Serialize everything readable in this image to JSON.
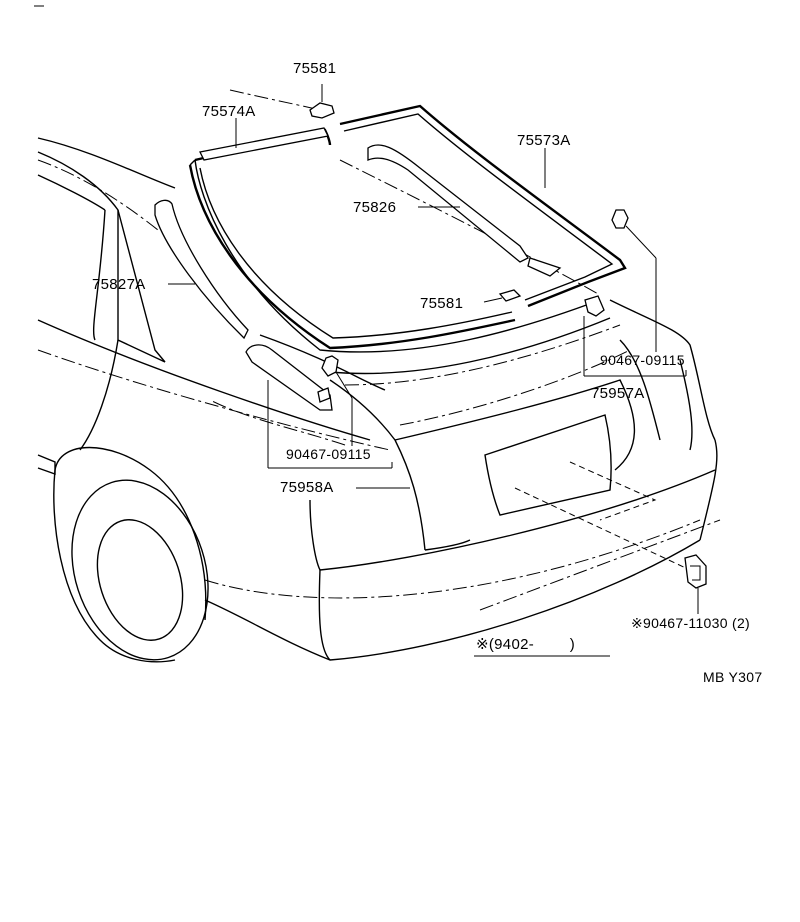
{
  "labels": {
    "p75581_top": "75581",
    "p75574A": "75574A",
    "p75573A": "75573A",
    "p75826": "75826",
    "p75827A": "75827A",
    "p75581_mid": "75581",
    "p90467_09115_right": "90467-09115",
    "p75957A": "75957A",
    "p90467_09115_left": "90467-09115",
    "p75958A": "75958A",
    "p90467_11030": "※90467-11030 (2)",
    "date_note": "※(9402-        )",
    "code": "MB Y307"
  }
}
